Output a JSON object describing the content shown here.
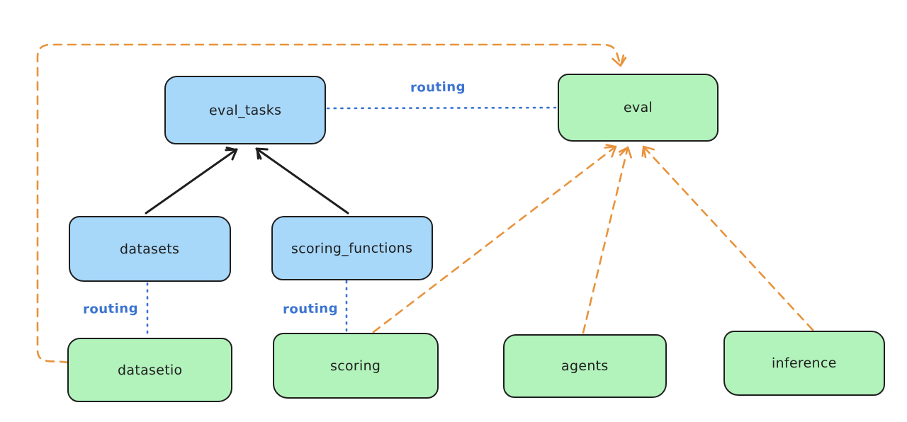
{
  "diagram": {
    "nodes": {
      "eval_tasks": {
        "label": "eval_tasks",
        "fill": "#a7d7f9"
      },
      "eval": {
        "label": "eval",
        "fill": "#b2f2bb"
      },
      "datasets": {
        "label": "datasets",
        "fill": "#a7d7f9"
      },
      "scoring_functions": {
        "label": "scoring_functions",
        "fill": "#a7d7f9"
      },
      "datasetio": {
        "label": "datasetio",
        "fill": "#b2f2bb"
      },
      "scoring": {
        "label": "scoring",
        "fill": "#b2f2bb"
      },
      "agents": {
        "label": "agents",
        "fill": "#b2f2bb"
      },
      "inference": {
        "label": "inference",
        "fill": "#b2f2bb"
      }
    },
    "edge_labels": {
      "eval_tasks_eval": "routing",
      "datasets_datasetio": "routing",
      "scoring_functions_scoring": "routing"
    },
    "edges": [
      {
        "from": "datasets",
        "to": "eval_tasks",
        "style": "solid",
        "color": "black",
        "arrow": true
      },
      {
        "from": "scoring_functions",
        "to": "eval_tasks",
        "style": "solid",
        "color": "black",
        "arrow": true
      },
      {
        "from": "eval_tasks",
        "to": "eval",
        "style": "dotted",
        "color": "blue",
        "arrow": false,
        "label": "routing"
      },
      {
        "from": "datasets",
        "to": "datasetio",
        "style": "dotted",
        "color": "blue",
        "arrow": false,
        "label": "routing"
      },
      {
        "from": "scoring_functions",
        "to": "scoring",
        "style": "dotted",
        "color": "blue",
        "arrow": false,
        "label": "routing"
      },
      {
        "from": "datasetio",
        "to": "eval",
        "style": "dashed",
        "color": "orange",
        "arrow": true,
        "route": "around-left-and-top"
      },
      {
        "from": "scoring",
        "to": "eval",
        "style": "dashed",
        "color": "orange",
        "arrow": true
      },
      {
        "from": "agents",
        "to": "eval",
        "style": "dashed",
        "color": "orange",
        "arrow": true
      },
      {
        "from": "inference",
        "to": "eval",
        "style": "dashed",
        "color": "orange",
        "arrow": true
      }
    ],
    "colors": {
      "node_border": "#1e1e1e",
      "text": "#1e1e1e",
      "blue_fill": "#a7d7f9",
      "green_fill": "#b2f2bb",
      "routing_blue": "#3b74d1",
      "provider_orange": "#e8933c",
      "black_arrow": "#1e1e1e",
      "background": "#ffffff"
    }
  }
}
